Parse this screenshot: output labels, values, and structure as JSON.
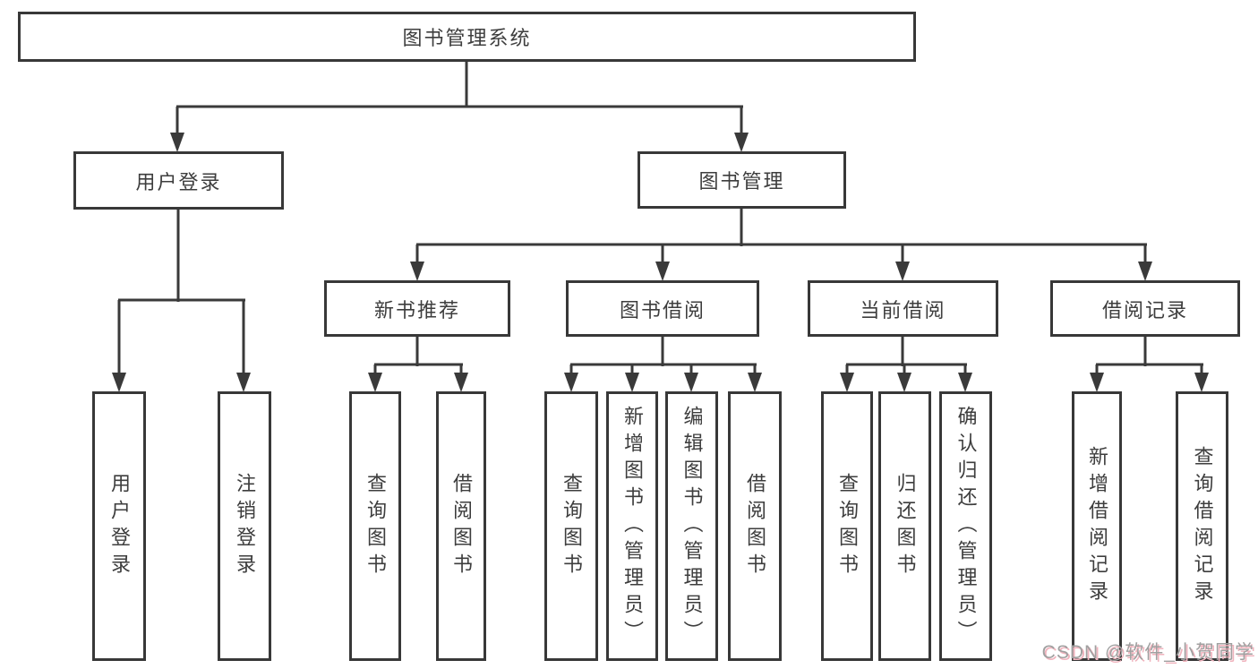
{
  "tree": {
    "root": "图书管理系统",
    "children": [
      {
        "label": "用户登录",
        "children": [
          "用户登录",
          "注销登录"
        ]
      },
      {
        "label": "图书管理",
        "children": [
          {
            "label": "新书推荐",
            "children": [
              "查询图书",
              "借阅图书"
            ]
          },
          {
            "label": "图书借阅",
            "children": [
              "查询图书",
              "新增图书（管理员）",
              "编辑图书（管理员）",
              "借阅图书"
            ]
          },
          {
            "label": "当前借阅",
            "children": [
              "查询图书",
              "归还图书",
              "确认归还（管理员）"
            ]
          },
          {
            "label": "借阅记录",
            "children": [
              "新增借阅记录",
              "查询借阅记录"
            ]
          }
        ]
      }
    ]
  },
  "watermark": {
    "text": "CSDN @软件_小贺同学"
  },
  "colors": {
    "line": "#3a3a3a",
    "box_border": "#383838",
    "text": "#3d3d3d",
    "background": "#ffffff",
    "watermark_text": "#a0a0a0",
    "watermark_shadow": "#f0b3bd"
  }
}
